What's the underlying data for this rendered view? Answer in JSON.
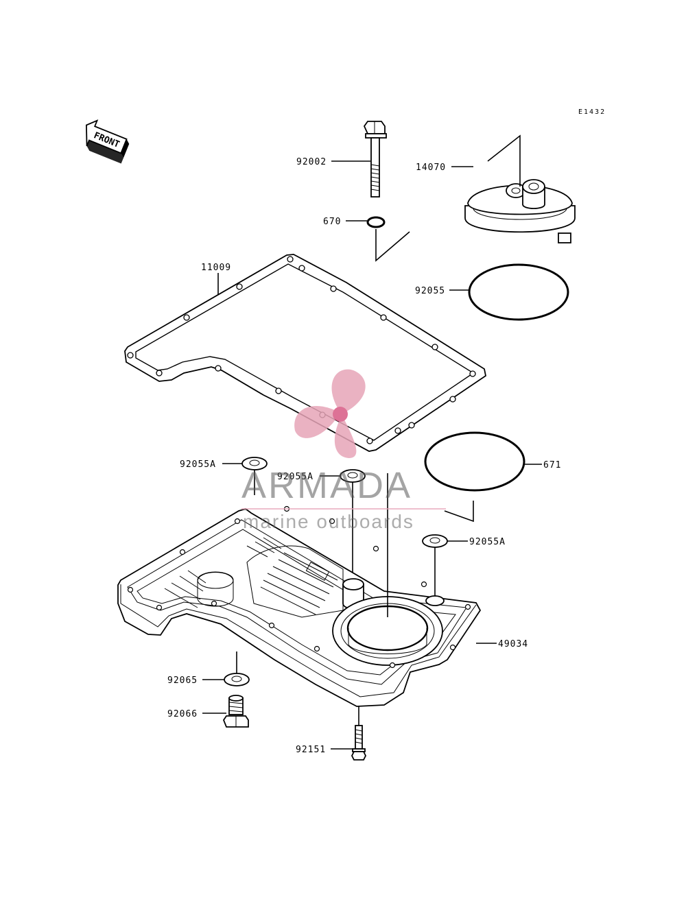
{
  "diagram_code": "E1432",
  "front_indicator": "FRONT",
  "watermark": {
    "brand": "ARMADA",
    "tagline": "marine outboards",
    "logo_color": "#e7a5b8"
  },
  "parts": {
    "bolt": "92002",
    "oring_small": "670",
    "oil_filter_cover": "14070",
    "gasket": "11009",
    "oring_large": "92055",
    "washer_left": "92055A",
    "washer_center": "92055A",
    "washer_right": "92055A",
    "oring_671": "671",
    "oil_pan": "49034",
    "drain_washer": "92065",
    "drain_plug": "92066",
    "flange_bolt": "92151"
  }
}
